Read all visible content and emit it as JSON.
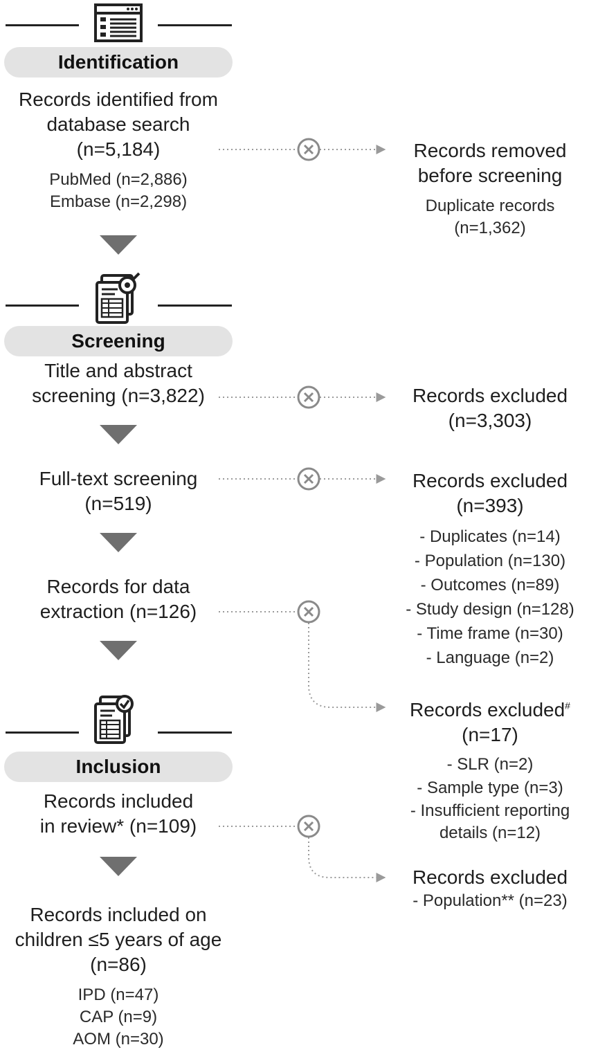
{
  "identification": {
    "label": "Identification",
    "records_lines": [
      "Records identified from",
      "database search",
      "(n=5,184)"
    ],
    "sources": [
      "PubMed (n=2,886)",
      "Embase (n=2,298)"
    ],
    "removed_title_lines": [
      "Records removed",
      "before screening"
    ],
    "removed_detail_lines": [
      "Duplicate records",
      "(n=1,362)"
    ]
  },
  "screening": {
    "label": "Screening",
    "title_abstract_lines": [
      "Title and abstract",
      "screening (n=3,822)"
    ],
    "excluded_1_lines": [
      "Records excluded",
      "(n=3,303)"
    ],
    "fulltext_lines": [
      "Full-text screening",
      "(n=519)"
    ],
    "excluded_2_lines": [
      "Records excluded",
      "(n=393)"
    ],
    "excluded_2_reasons": [
      "- Duplicates (n=14)",
      "- Population (n=130)",
      "- Outcomes (n=89)",
      "- Study design (n=128)",
      "- Time frame (n=30)",
      "- Language (n=2)"
    ],
    "extraction_lines": [
      "Records for data",
      "extraction (n=126)"
    ],
    "excluded_3_title": "Records excluded",
    "excluded_3_mark": "#",
    "excluded_3_count": "(n=17)",
    "excluded_3_reasons": [
      "- SLR (n=2)",
      "- Sample type (n=3)",
      "- Insufficient reporting",
      "details (n=12)"
    ]
  },
  "inclusion": {
    "label": "Inclusion",
    "included_lines": [
      "Records included",
      "in review* (n=109)"
    ],
    "excluded_4_title": "Records excluded",
    "excluded_4_reason": "- Population** (n=23)",
    "children_lines": [
      "Records included on",
      "children ≤5 years of age",
      "(n=86)"
    ],
    "children_breakdown": [
      "IPD (n=47)",
      "CAP (n=9)",
      "AOM (n=30)"
    ]
  },
  "icons": {
    "identification": "browser-window-icon",
    "screening": "document-search-icon",
    "inclusion": "document-check-icon",
    "exclusion": "circle-x-icon"
  },
  "colors": {
    "pill_bg": "#e3e3e3",
    "arrow": "#6f6f6f",
    "connector": "#9a9a9a"
  }
}
